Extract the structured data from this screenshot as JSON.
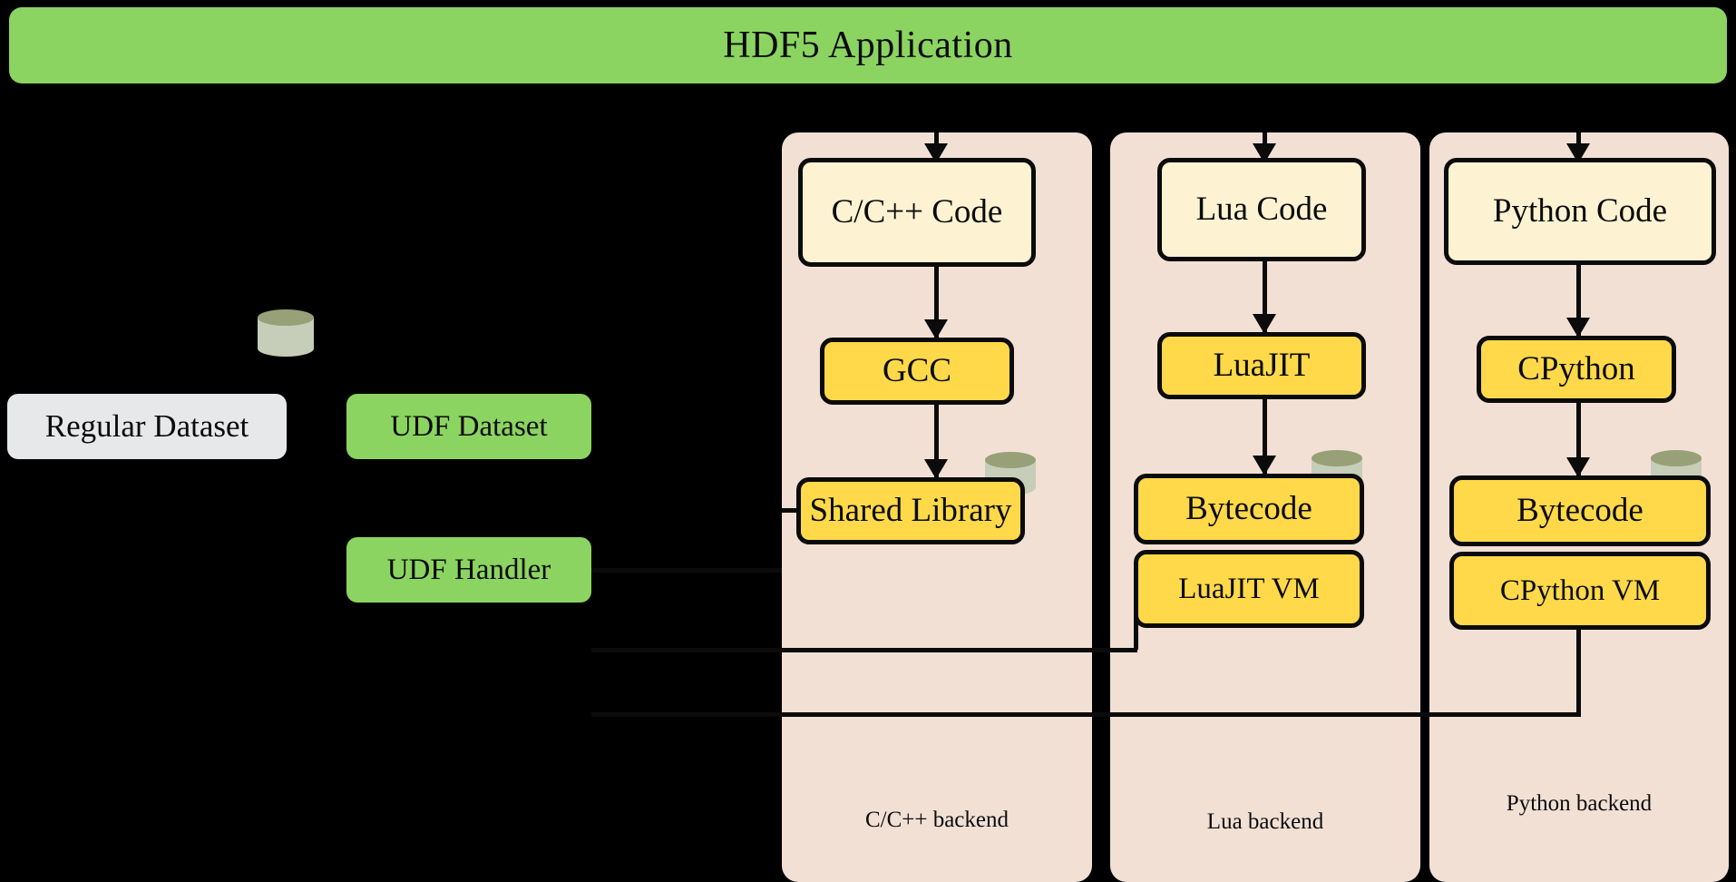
{
  "banner": {
    "title": "HDF5 Application"
  },
  "legend": {
    "regular_dataset": "Regular Dataset",
    "udf_dataset": "UDF Dataset",
    "udf_handler": "UDF Handler"
  },
  "icons": {
    "database_cylinder": "database-cylinder-icon",
    "arrow_down": "arrow-down-icon"
  },
  "colors": {
    "background": "#000000",
    "banner_green": "#8BD461",
    "legend_gray": "#e7e8ea",
    "column_beige": "#f2e0d5",
    "code_cream": "#fdf3d2",
    "engine_yellow": "#ffd949",
    "cylinder_top": "#97a077",
    "cylinder_body": "#c6cdb8",
    "stroke": "#0b0b0b"
  },
  "columns": [
    {
      "id": "c",
      "caption": "C/C++ backend",
      "nodes": [
        {
          "name": "code",
          "label": "C/C++ Code"
        },
        {
          "name": "engine",
          "label": "GCC"
        },
        {
          "name": "artifact",
          "label": "Shared Library"
        }
      ]
    },
    {
      "id": "lua",
      "caption": "Lua backend",
      "nodes": [
        {
          "name": "code",
          "label": "Lua Code"
        },
        {
          "name": "engine",
          "label": "LuaJIT"
        },
        {
          "name": "artifact",
          "label": "Bytecode"
        },
        {
          "name": "vm",
          "label": "LuaJIT VM"
        }
      ]
    },
    {
      "id": "py",
      "caption": "Python backend",
      "nodes": [
        {
          "name": "code",
          "label": "Python Code"
        },
        {
          "name": "engine",
          "label": "CPython"
        },
        {
          "name": "artifact",
          "label": "Bytecode"
        },
        {
          "name": "vm",
          "label": "CPython VM"
        }
      ]
    }
  ]
}
